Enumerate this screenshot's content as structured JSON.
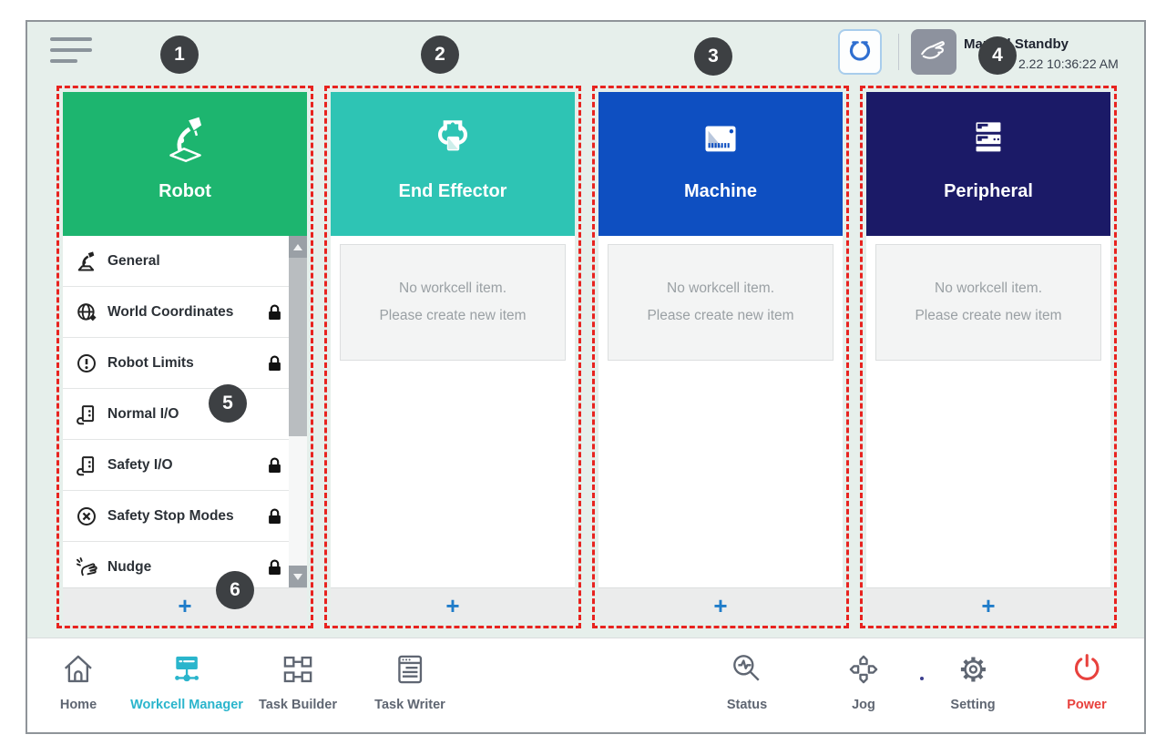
{
  "topbar": {
    "status_title": "Manual Standby",
    "status_time": "2.22 10:36:22 AM"
  },
  "annotations": {
    "badges": [
      "1",
      "2",
      "3",
      "4",
      "5",
      "6"
    ],
    "color": "#e8231f"
  },
  "columns": [
    {
      "id": "robot",
      "label": "Robot",
      "color": "#1db56f"
    },
    {
      "id": "end-effector",
      "label": "End Effector",
      "color": "#2ec4b4"
    },
    {
      "id": "machine",
      "label": "Machine",
      "color": "#0e4fc1"
    },
    {
      "id": "peripheral",
      "label": "Peripheral",
      "color": "#1b1a67"
    }
  ],
  "robot_menu": {
    "items": [
      {
        "label": "General",
        "locked": false
      },
      {
        "label": "World Coordinates",
        "locked": true
      },
      {
        "label": "Robot Limits",
        "locked": true
      },
      {
        "label": "Normal I/O",
        "locked": false
      },
      {
        "label": "Safety I/O",
        "locked": true
      },
      {
        "label": "Safety Stop Modes",
        "locked": true
      },
      {
        "label": "Nudge",
        "locked": true
      }
    ]
  },
  "empty_state": {
    "line1": "No workcell item.",
    "line2": "Please create new item"
  },
  "add_button_label": "+",
  "bottom_nav": {
    "items": [
      {
        "label": "Home",
        "active": false
      },
      {
        "label": "Workcell Manager",
        "active": true
      },
      {
        "label": "Task Builder",
        "active": false
      },
      {
        "label": "Task Writer",
        "active": false
      },
      {
        "label": "Status",
        "active": false
      },
      {
        "label": "Jog",
        "active": false
      },
      {
        "label": "Setting",
        "active": false
      },
      {
        "label": "Power",
        "active": false
      }
    ],
    "active_color": "#2ab5cc",
    "power_color": "#e8413d"
  },
  "colors": {
    "app_background": "#e6efeb",
    "add_plus": "#1f7cc9"
  }
}
